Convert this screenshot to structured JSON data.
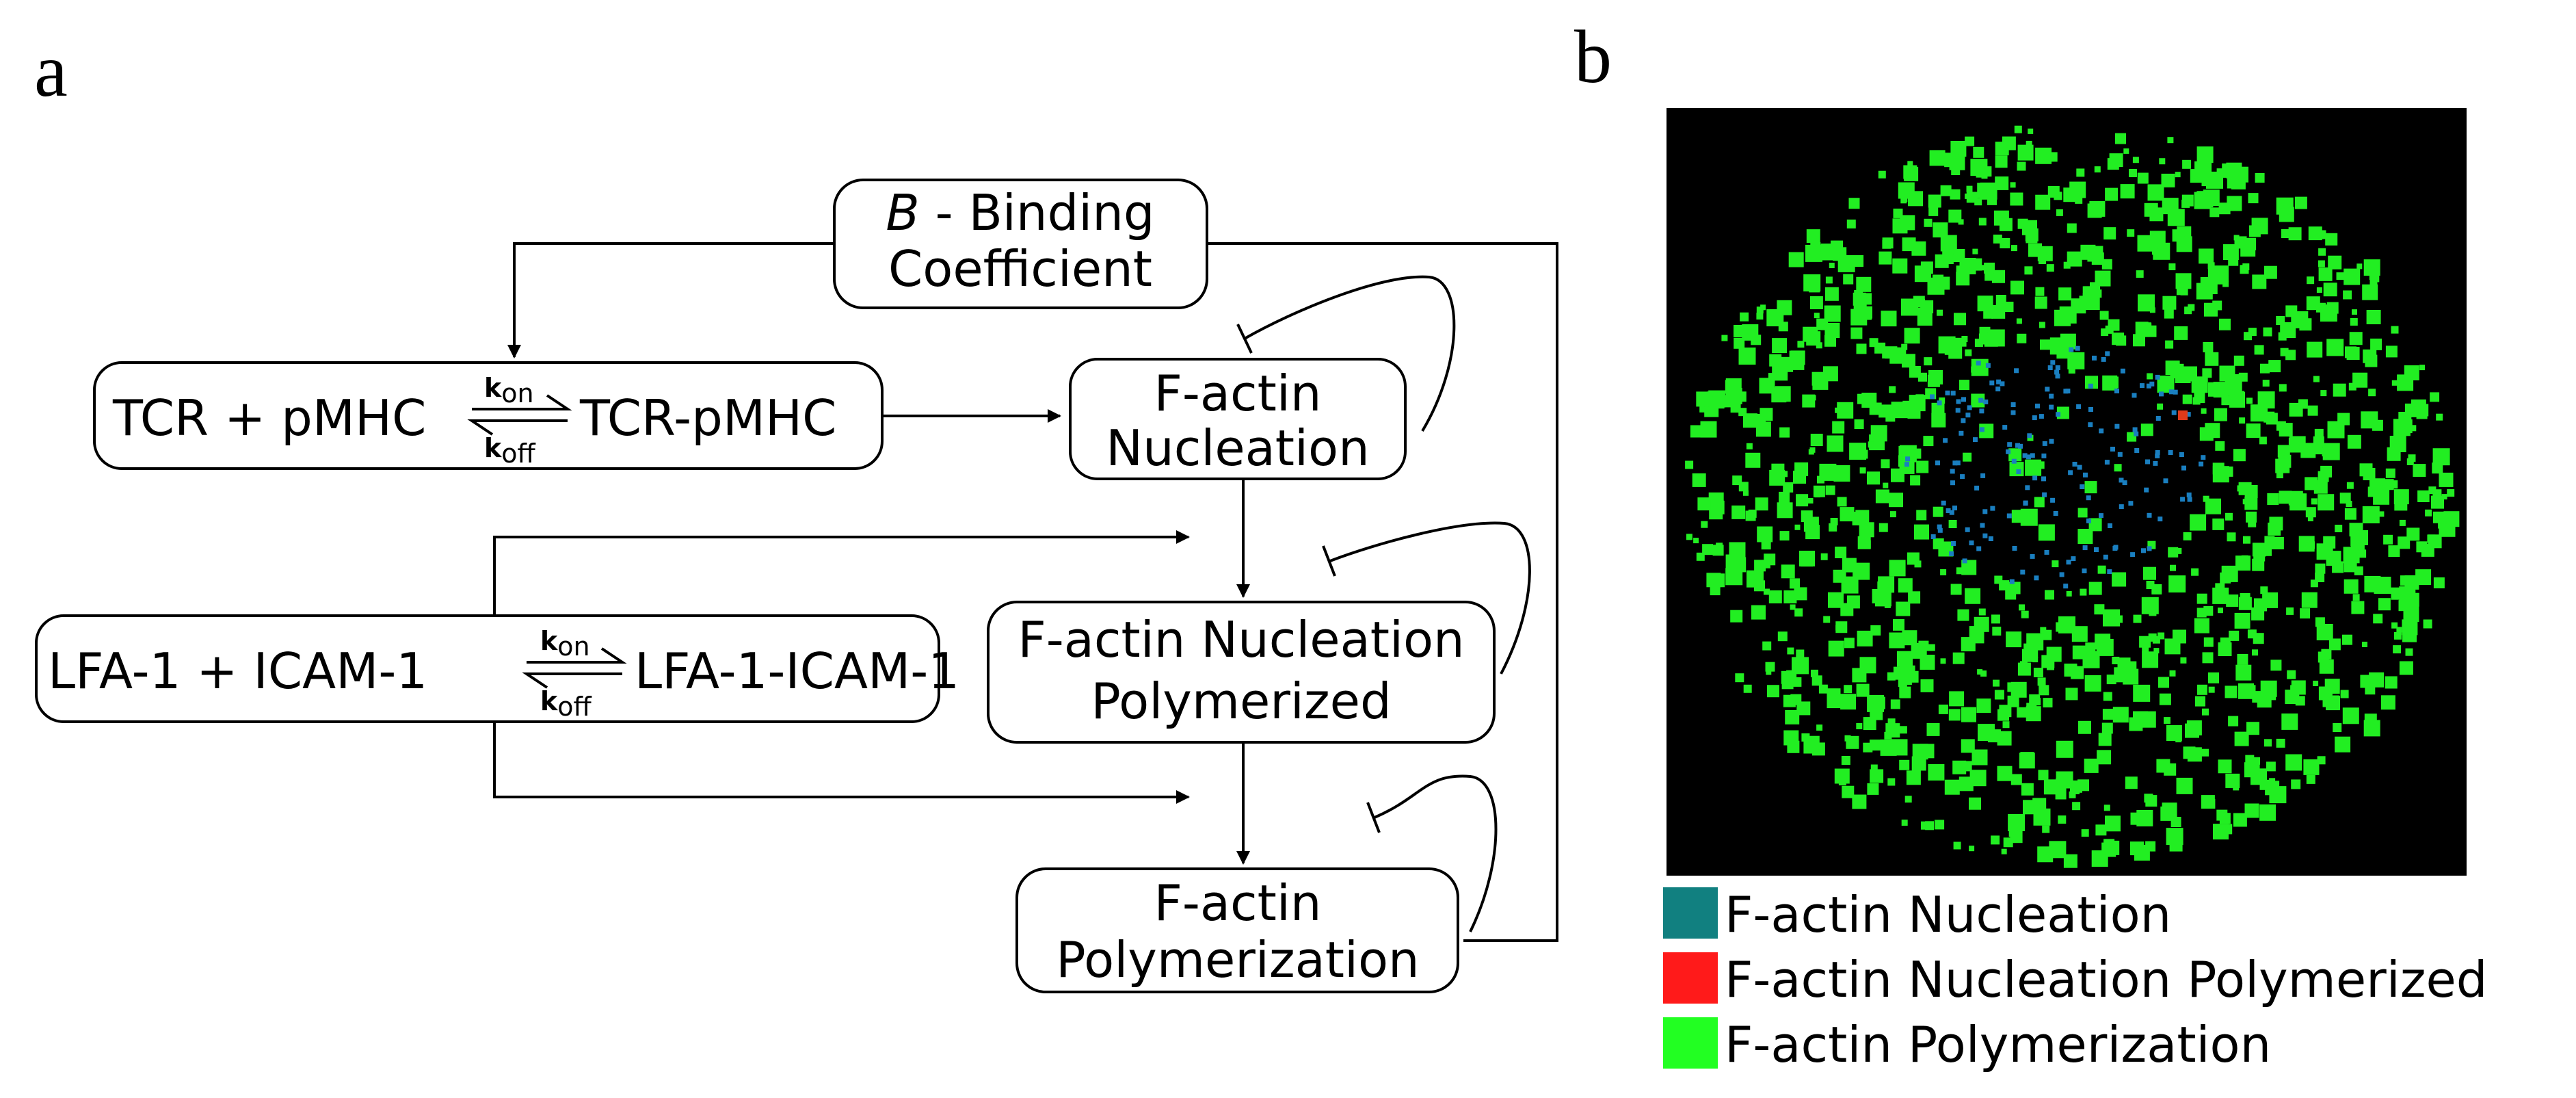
{
  "panel_a": {
    "label": "a",
    "binding": {
      "line1_italic": "B",
      "line1_rest": " - Binding",
      "line2": "Coefficient"
    },
    "tcr": {
      "left": "TCR + pMHC",
      "right": "TCR-pMHC",
      "kon_k": "k",
      "kon_sub": "on",
      "koff_k": "k",
      "koff_sub": "off"
    },
    "lfa": {
      "left": "LFA-1 + ICAM-1",
      "right": "LFA-1-ICAM-1",
      "kon_k": "k",
      "kon_sub": "on",
      "koff_k": "k",
      "koff_sub": "off"
    },
    "nucleation": {
      "line1": "F-actin",
      "line2": "Nucleation"
    },
    "nucleation_polymerized": {
      "line1": "F-actin Nucleation",
      "line2": "Polymerized"
    },
    "polymerization": {
      "line1": "F-actin",
      "line2": "Polymerization"
    }
  },
  "panel_b": {
    "label": "b",
    "legend": [
      {
        "label": "F-actin Nucleation",
        "color": "#118080"
      },
      {
        "label": "F-actin Nucleation Polymerized",
        "color": "#ff1a1a"
      },
      {
        "label": "F-actin Polymerization",
        "color": "#22ff22"
      }
    ],
    "colors": {
      "background": "#000000",
      "green": "#22ee22",
      "blue": "#1a7fc0",
      "red": "#e03a1a"
    }
  }
}
